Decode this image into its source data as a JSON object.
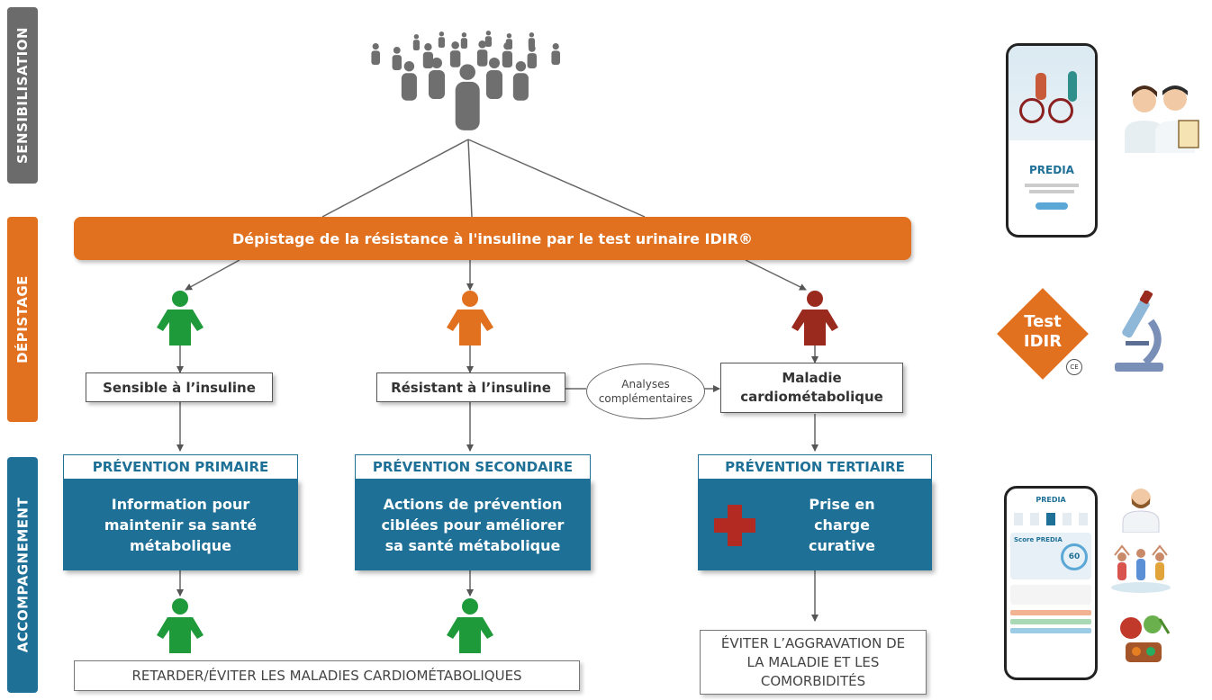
{
  "side_labels": {
    "sensibilisation": "SENSIBILISATION",
    "depistage": "DÉPISTAGE",
    "accompagnement": "ACCOMPAGNEMENT"
  },
  "banner": {
    "label": "Dépistage de la résistance à l'insuline par le test urinaire IDIR®"
  },
  "status_boxes": {
    "sensible": "Sensible à l’insuline",
    "resistant": "Résistant à l’insuline",
    "maladie": "Maladie cardiométabolique"
  },
  "analyses": "Analyses complémentaires",
  "prevention": {
    "primaire": {
      "title": "PRÉVENTION PRIMAIRE",
      "body": "Information pour maintenir sa santé métabolique"
    },
    "secondaire": {
      "title": "PRÉVENTION SECONDAIRE",
      "body": "Actions de prévention ciblées pour améliorer sa santé métabolique"
    },
    "tertiaire": {
      "title": "PRÉVENTION TERTIAIRE",
      "body": "Prise en charge curative"
    }
  },
  "outcomes": {
    "retarder": "RETARDER/ÉVITER LES MALADIES CARDIOMÉTABOLIQUES",
    "eviter": "ÉVITER L’AGGRAVATION DE LA MALADIE ET LES COMORBIDITÉS"
  },
  "right_panel": {
    "app_name": "PREDIA",
    "test_label": "Test IDIR",
    "ce_mark": "CE",
    "score_label": "Score PREDIA",
    "score_value": "60"
  },
  "colors": {
    "orange": "#e1701f",
    "blue": "#1e7096",
    "green": "#1f9a3a",
    "red": "#9b2a1e",
    "gray": "#666666"
  },
  "icons": [
    "crowd-icon",
    "person-green-icon",
    "person-orange-icon",
    "person-red-icon",
    "medical-cross-icon",
    "smartphone-icon",
    "doctors-icon",
    "microscope-icon",
    "doctor-icon",
    "yoga-icon",
    "food-icon"
  ]
}
